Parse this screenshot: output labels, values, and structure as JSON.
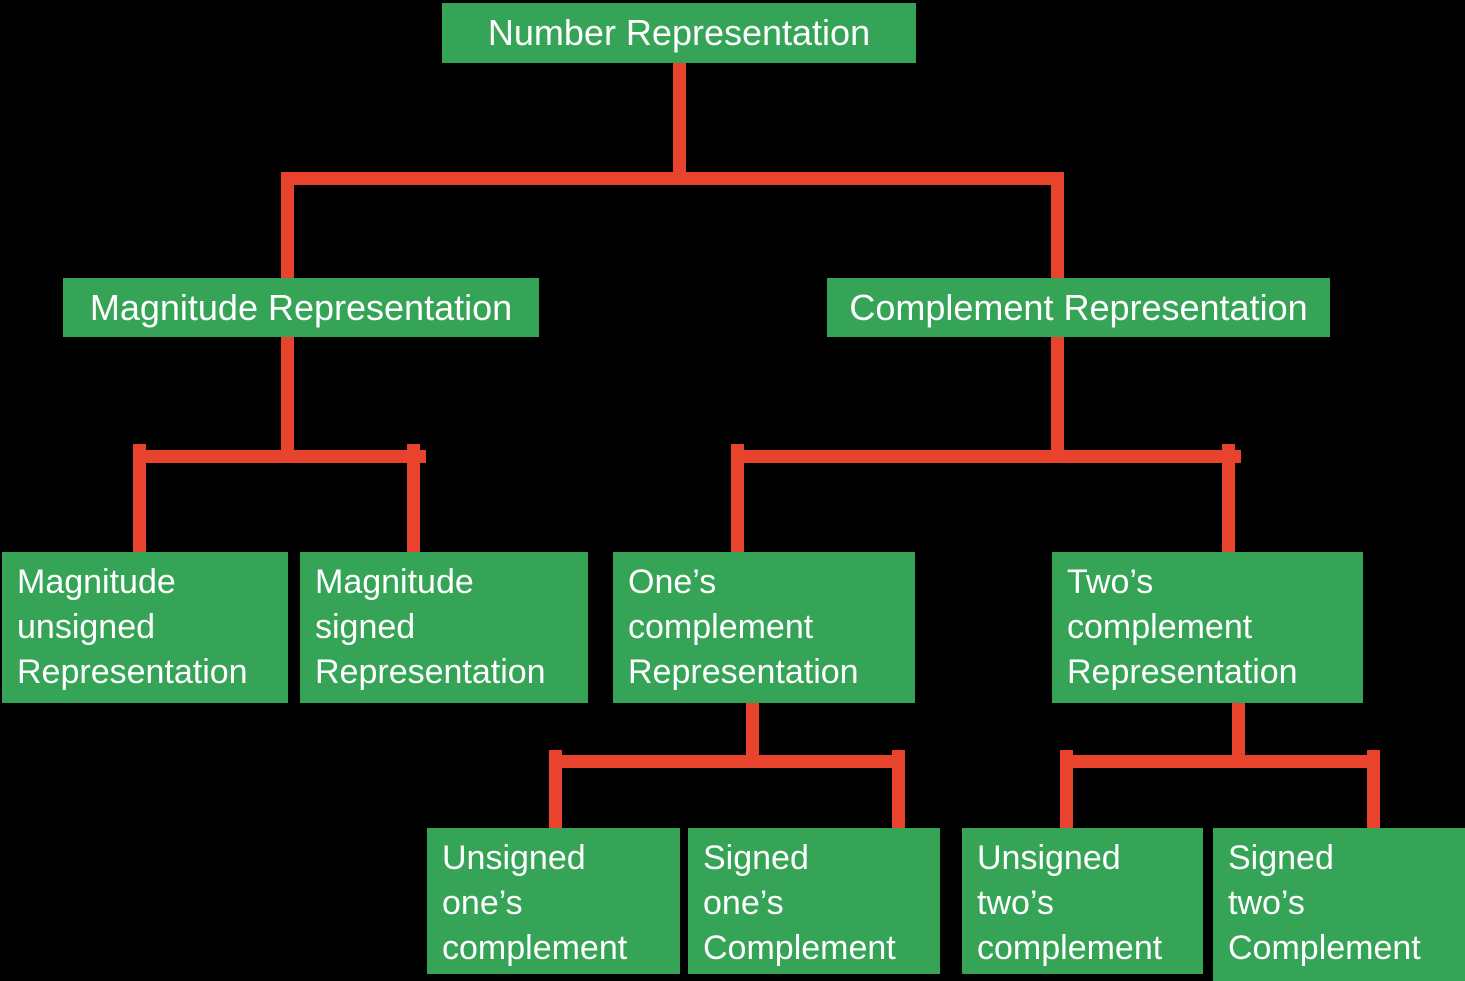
{
  "colors": {
    "background": "#000000",
    "node_fill": "#35A456",
    "node_text": "#FFFFFF",
    "edge": "#E8432D"
  },
  "nodes": {
    "root": {
      "label": "Number Representation"
    },
    "magnitude": {
      "label": "Magnitude Representation"
    },
    "complement": {
      "label": "Complement Representation"
    },
    "magnitude_unsigned": {
      "label": "Magnitude\nunsigned\nRepresentation"
    },
    "magnitude_signed": {
      "label": "Magnitude\nsigned\nRepresentation"
    },
    "ones_complement": {
      "label": "One’s\ncomplement\nRepresentation"
    },
    "twos_complement": {
      "label": "Two’s\ncomplement\nRepresentation"
    },
    "unsigned_ones": {
      "label": "Unsigned\none’s\ncomplement"
    },
    "signed_ones": {
      "label": "Signed\none’s\nComplement"
    },
    "unsigned_twos": {
      "label": "Unsigned\ntwo’s\ncomplement"
    },
    "signed_twos": {
      "label": "Signed\ntwo’s\nComplement"
    }
  },
  "hierarchy": {
    "Number Representation": {
      "Magnitude Representation": [
        "Magnitude unsigned Representation",
        "Magnitude signed Representation"
      ],
      "Complement Representation": {
        "One’s complement Representation": [
          "Unsigned one’s complement",
          "Signed one’s Complement"
        ],
        "Two’s complement Representation": [
          "Unsigned two’s complement",
          "Signed two’s Complement"
        ]
      }
    }
  }
}
